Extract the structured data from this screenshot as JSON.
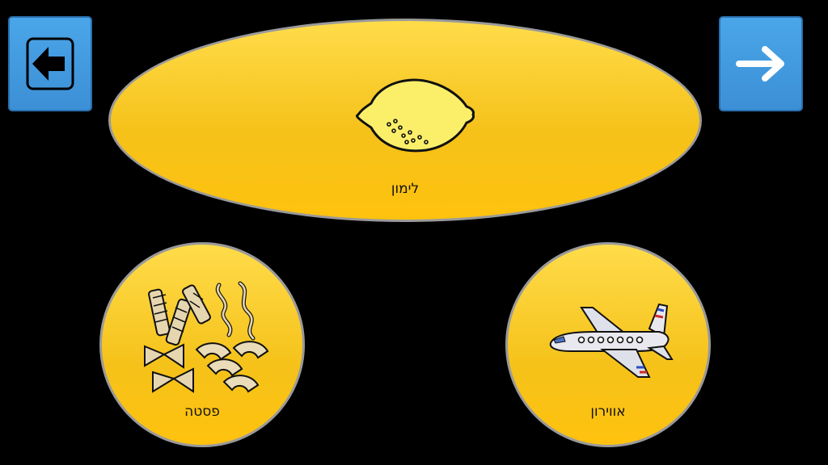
{
  "navigation": {
    "back_icon": "left-arrow-icon",
    "next_icon": "right-arrow-icon"
  },
  "main_card": {
    "label": "לימון",
    "icon": "lemon-icon"
  },
  "choices": [
    {
      "label": "פסטה",
      "icon": "pasta-icon"
    },
    {
      "label": "אווירון",
      "icon": "airplane-icon"
    }
  ],
  "colors": {
    "background": "#000000",
    "card_yellow": "#FFC20E",
    "button_blue": "#3C8FD6"
  }
}
